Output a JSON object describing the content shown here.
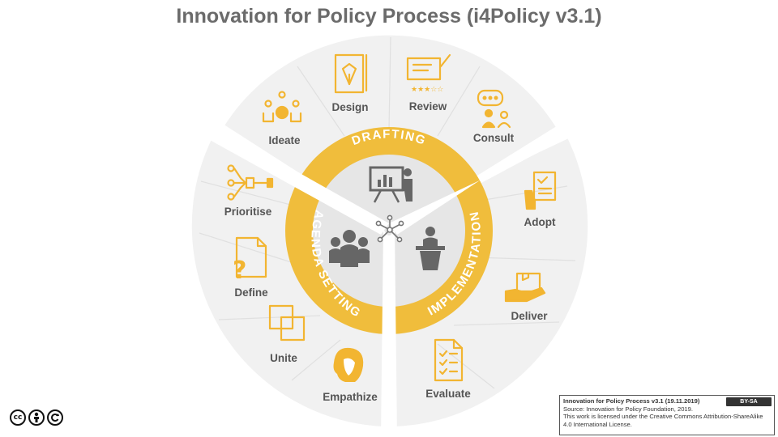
{
  "title": "Innovation for Policy Process (i4Policy v3.1)",
  "phases": {
    "drafting": "DRAFTING",
    "agenda": "AGENDA SETTING",
    "implementation": "IMPLEMENTATION"
  },
  "steps": {
    "design": "Design",
    "review": "Review",
    "ideate": "Ideate",
    "consult": "Consult",
    "prioritise": "Prioritise",
    "define": "Define",
    "unite": "Unite",
    "empathize": "Empathize",
    "adopt": "Adopt",
    "deliver": "Deliver",
    "evaluate": "Evaluate"
  },
  "colors": {
    "accent": "#f0bd3c",
    "segment": "#f1f1f1",
    "center": "#e6e6e6",
    "icon": "#f2b531",
    "dark_icon": "#666666"
  },
  "license": {
    "title": "Innovation for Policy Process v3.1 (19.11.2019)",
    "badge": "BY-SA",
    "source": "Source: Innovation for Policy Foundation, 2019.",
    "text": "This work is licensed under the Creative Commons Attribution-ShareAlike 4.0 International License."
  },
  "cc_icons": [
    "cc-icon",
    "by-icon",
    "sa-icon"
  ]
}
